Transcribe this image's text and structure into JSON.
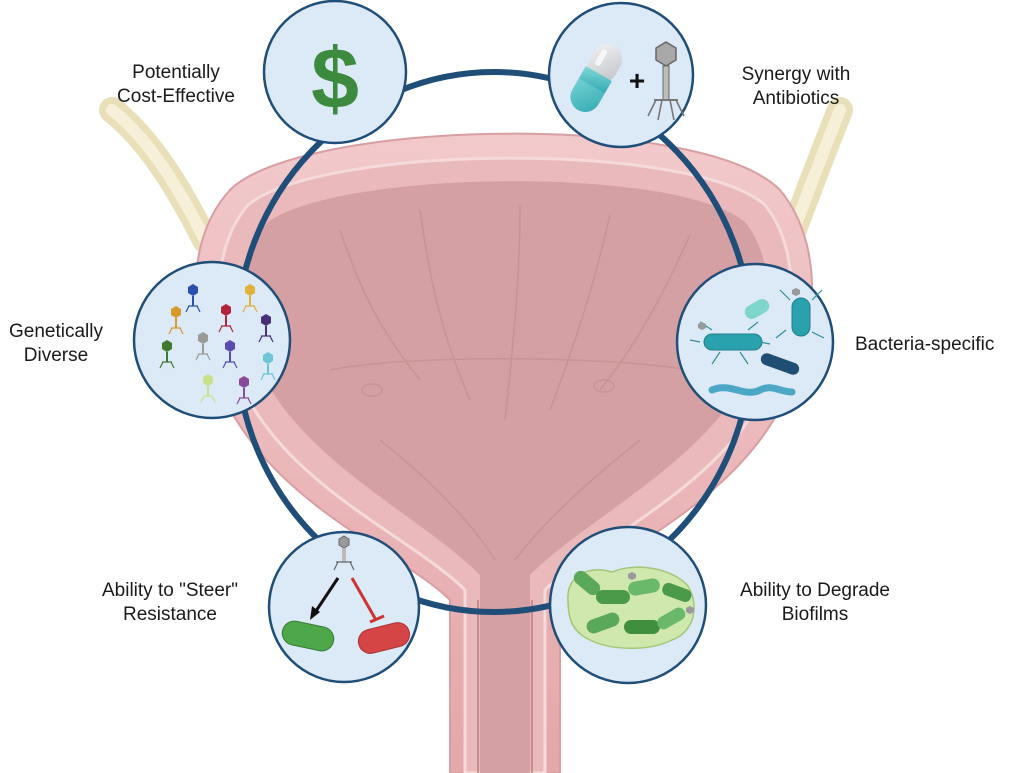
{
  "benefits": {
    "cost": {
      "line1": "Potentially",
      "line2": "Cost-Effective",
      "symbol": "$",
      "icon": "dollar-sign-icon"
    },
    "synergy": {
      "line1": "Synergy with",
      "line2": "Antibiotics",
      "plus": "+",
      "icon": "capsule-plus-phage-icon"
    },
    "diverse": {
      "line1": "Genetically",
      "line2": "Diverse",
      "icon": "diverse-phages-icon"
    },
    "specific": {
      "line1": "Bacteria-specific",
      "icon": "bacteria-with-phages-icon"
    },
    "steer": {
      "line1": "Ability to \"Steer\"",
      "line2": "Resistance",
      "icon": "phage-steer-arrows-icon"
    },
    "biofilm": {
      "line1": "Ability to Degrade",
      "line2": "Biofilms",
      "icon": "biofilm-icon"
    }
  },
  "colors": {
    "ring": "#1f4e79",
    "circle_fill": "#dce9f7",
    "bladder_outer": "#e7aeb1",
    "bladder_inner": "#d39a9c",
    "dollar": "#3c8a3e",
    "good_bacterium": "#4ea84a",
    "resistant_bacterium": "#d64545"
  }
}
